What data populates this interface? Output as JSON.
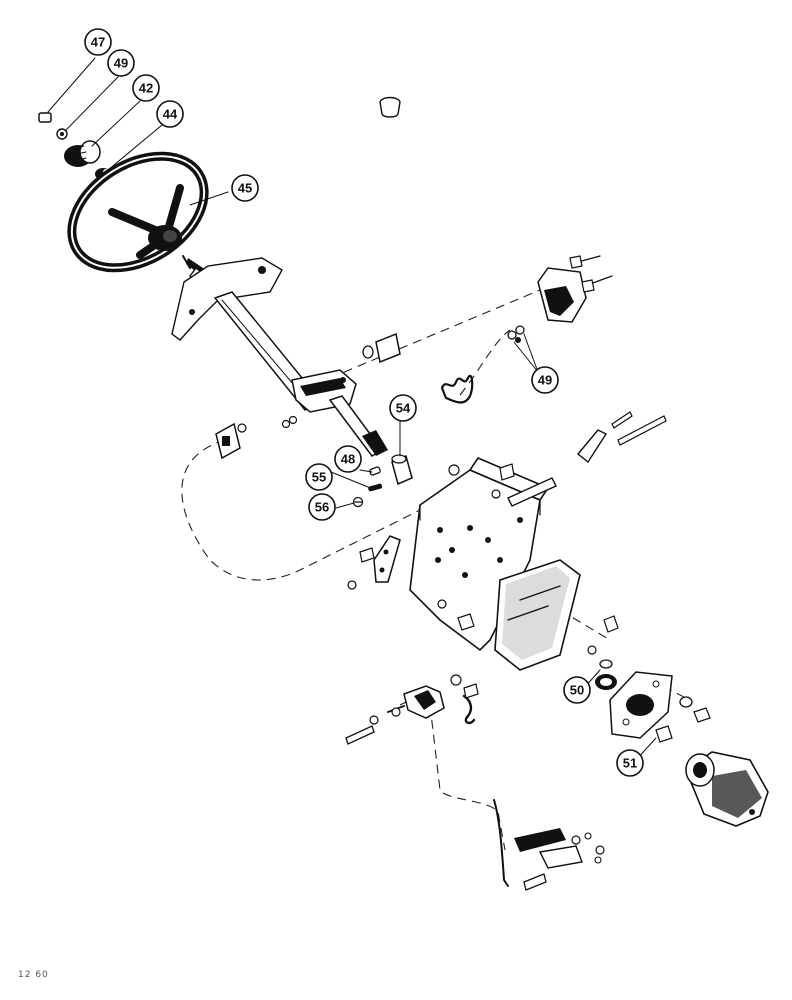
{
  "diagram": {
    "callouts": [
      {
        "id": "c47a",
        "label": "47"
      },
      {
        "id": "c49a",
        "label": "49"
      },
      {
        "id": "c42",
        "label": "42"
      },
      {
        "id": "c44",
        "label": "44"
      },
      {
        "id": "c45",
        "label": "45"
      },
      {
        "id": "c49b",
        "label": "49"
      },
      {
        "id": "c54",
        "label": "54"
      },
      {
        "id": "c48",
        "label": "48"
      },
      {
        "id": "c55",
        "label": "55"
      },
      {
        "id": "c56",
        "label": "56"
      },
      {
        "id": "c50",
        "label": "50"
      },
      {
        "id": "c51",
        "label": "51"
      }
    ],
    "footer_code": "12 60"
  }
}
